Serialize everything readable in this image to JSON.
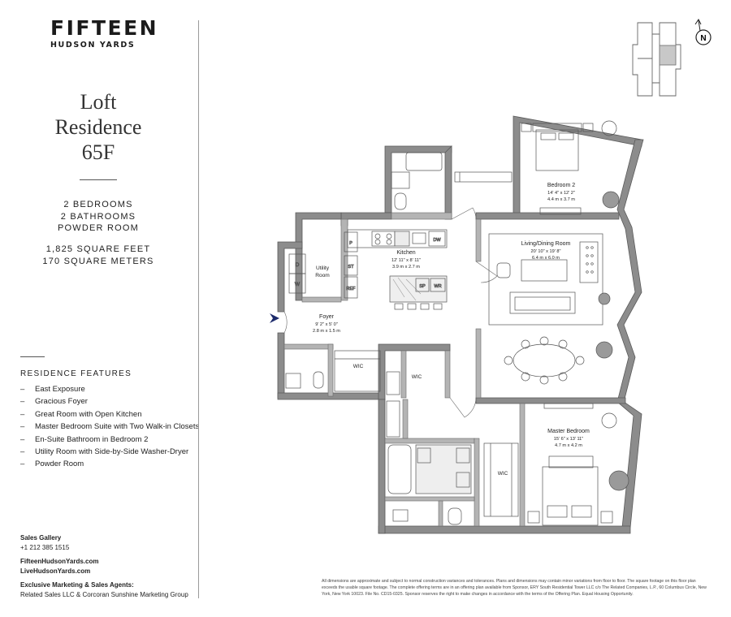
{
  "brand": {
    "name": "FIFTEEN",
    "subname": "HUDSON YARDS"
  },
  "residence": {
    "title_lines": [
      "Loft",
      "Residence",
      "65F"
    ]
  },
  "stats": {
    "bedrooms": "2 BEDROOMS",
    "bathrooms": "2 BATHROOMS",
    "powder": "POWDER ROOM",
    "sqft": "1,825 SQUARE FEET",
    "sqm": "170 SQUARE METERS"
  },
  "features": {
    "heading": "RESIDENCE FEATURES",
    "items": [
      "East Exposure",
      "Gracious Foyer",
      "Great Room with Open Kitchen",
      "Master Bedroom Suite with Two Walk-in Closets",
      "En-Suite Bathroom in Bedroom 2",
      "Utility Room with Side-by-Side Washer-Dryer",
      "Powder Room"
    ]
  },
  "contact": {
    "gallery_label": "Sales Gallery",
    "phone": "+1 212 385 1515",
    "site1": "FifteenHudsonYards.com",
    "site2": "LiveHudsonYards.com",
    "agents_label": "Exclusive Marketing & Sales Agents:",
    "agents": "Related Sales LLC & Corcoran Sunshine Marketing Group"
  },
  "disclaimer": "All dimensions are approximate and subject to normal construction variances and tolerances. Plans and dimensions may contain minor variations from floor to floor. The square footage on this floor plan exceeds the usable square footage. The complete offering terms are in an offering plan available from Sponsor, ERY South Residential Tower LLC c/o The Related Companies, L.P., 60 Columbus Circle, New York, New York 10023. File No. CD15-0325. Sponsor reserves the right to make changes in accordance with the terms of the Offering Plan. Equal Housing Opportunity.",
  "compass": "N",
  "rooms": {
    "bedroom2": {
      "name": "Bedroom 2",
      "dim_imperial": "14' 4\" x 12' 2\"",
      "dim_metric": "4.4 m x 3.7 m"
    },
    "living": {
      "name": "Living/Dining Room",
      "dim_imperial": "20' 10\" x 19' 8\"",
      "dim_metric": "6.4 m x 6.0 m"
    },
    "kitchen": {
      "name": "Kitchen",
      "dim_imperial": "12' 11\" x 8' 11\"",
      "dim_metric": "3.9 m x 2.7 m"
    },
    "foyer": {
      "name": "Foyer",
      "dim_imperial": "9' 2\" x 5' 0\"",
      "dim_metric": "2.8 m x 1.5 m"
    },
    "master": {
      "name": "Master Bedroom",
      "dim_imperial": "15' 6\" x 13' 11\"",
      "dim_metric": "4.7 m x 4.2 m"
    },
    "utility": {
      "line1": "Utility",
      "line2": "Room"
    },
    "wic": "WIC"
  },
  "fixtures": {
    "dryer": "D",
    "washer": "W",
    "pantry": "P",
    "storage": "ST",
    "refrigerator": "REF",
    "dishwasher": "DW",
    "sink_prep": "SP",
    "wine_refrigerator": "WR"
  },
  "colors": {
    "wall": "#8c8c8c",
    "wall_edge": "#5a5a5a",
    "line": "#555555",
    "entry_arrow": "#1c2a6b"
  }
}
